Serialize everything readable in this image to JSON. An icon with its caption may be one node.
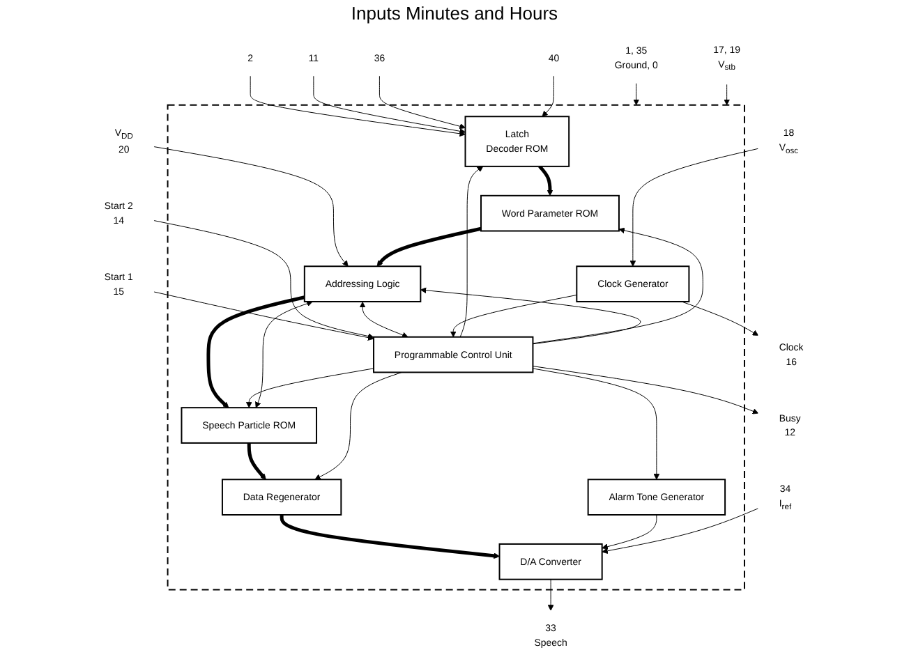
{
  "diagram": {
    "nodes": [
      {
        "text": [],
        "shape": "box"
      },
      {
        "text": [
          "Latch",
          "Decoder ROM"
        ],
        "in": 0
      },
      {
        "text": [
          "Word Parameter ROM"
        ],
        "in": 0
      },
      {
        "text": [
          "Addressing Logic"
        ],
        "in": 0
      },
      {
        "text": [
          "Programmable Control Unit"
        ],
        "in": 0
      },
      {
        "text": [
          "Alarm Tone Generator"
        ],
        "in": 0
      },
      {
        "text": [
          "Speech Particle ROM"
        ],
        "in": 0
      },
      {
        "text": [
          "Clock Generator"
        ],
        "in": 0
      },
      {
        "text": [
          "D/A Converter"
        ],
        "in": 0
      },
      {
        "text": [
          "Data Regenerator"
        ],
        "in": 0
      },
      {
        "text": [
          "2"
        ]
      },
      {
        "text": [
          "11"
        ]
      },
      {
        "text": [
          "36"
        ]
      },
      {
        "text": [
          "40"
        ]
      },
      {
        "text": [
          "V$_{DD}$",
          "20"
        ]
      },
      {
        "text": [
          "Start 1",
          "15"
        ]
      },
      {
        "text": [
          "Start 2",
          "14"
        ]
      },
      {
        "text": [
          "Busy",
          "12"
        ]
      },
      {
        "text": [
          "Clock",
          "16"
        ]
      },
      {
        "text": [
          "18",
          "V$_{osc}$"
        ]
      },
      {
        "text": [
          "34",
          "I$_{ref}$"
        ]
      },
      {
        "text": [
          "33",
          "Speech"
        ]
      },
      {
        "text": [
          "1, 35",
          "Ground, 0"
        ]
      },
      {
        "text": [
          "17, 19",
          "V$_{stb}$"
        ]
      }
    ],
    "edges": [
      {
        "from": 10,
        "to": 1,
        "arrow": "to"
      },
      {
        "from": 11,
        "to": 1,
        "arrow": "to"
      },
      {
        "from": 12,
        "to": 1,
        "arrow": "to"
      },
      {
        "from": 13,
        "to": 1,
        "arrow": "to"
      },
      {
        "from": 14,
        "to": 3,
        "arrow": "to"
      },
      {
        "from": 1,
        "to": 2,
        "arrow": "to",
        "style": "thick"
      },
      {
        "from": 2,
        "to": 3,
        "arrow": "to",
        "style": "thick"
      },
      {
        "from": 3,
        "to": 6,
        "arrow": "to",
        "style": "thick"
      },
      {
        "from": 6,
        "to": 9,
        "arrow": "to",
        "style": "thick"
      },
      {
        "from": 9,
        "to": 8,
        "arrow": "to",
        "style": "thick"
      },
      {
        "from": 15,
        "to": 4,
        "arrow": "to"
      },
      {
        "from": 16,
        "to": 4,
        "arrow": "to"
      },
      {
        "from": 4,
        "to": 17,
        "arrow": "to"
      },
      {
        "from": 4,
        "to": 1,
        "arrow": "to"
      },
      {
        "from": 4,
        "to": 2,
        "arrow": "to"
      },
      {
        "from": 4,
        "to": 5,
        "arrow": "to"
      },
      {
        "from": 4,
        "to": 3,
        "arrow": "to"
      },
      {
        "from": 4,
        "to": 6,
        "arrow": "to"
      },
      {
        "from": 4,
        "to": 9,
        "arrow": "to"
      },
      {
        "from": 3,
        "to": 4,
        "arrow": "both"
      },
      {
        "from": 3,
        "to": 6,
        "arrow": "both"
      },
      {
        "from": 5,
        "to": 8,
        "arrow": "to"
      },
      {
        "from": 7,
        "to": 4,
        "arrow": "to"
      },
      {
        "from": 7,
        "to": 18,
        "arrow": "to"
      },
      {
        "from": 19,
        "to": 7,
        "arrow": "to"
      },
      {
        "from": 20,
        "to": 8,
        "arrow": "to"
      },
      {
        "from": 8,
        "to": 21,
        "arrow": "to"
      },
      {
        "from": 22,
        "to": 0,
        "arrow": "to"
      },
      {
        "from": 23,
        "to": 0,
        "arrow": "to"
      }
    ],
    "labels": [
      "Inputs Minutes and Hours"
    ]
  }
}
